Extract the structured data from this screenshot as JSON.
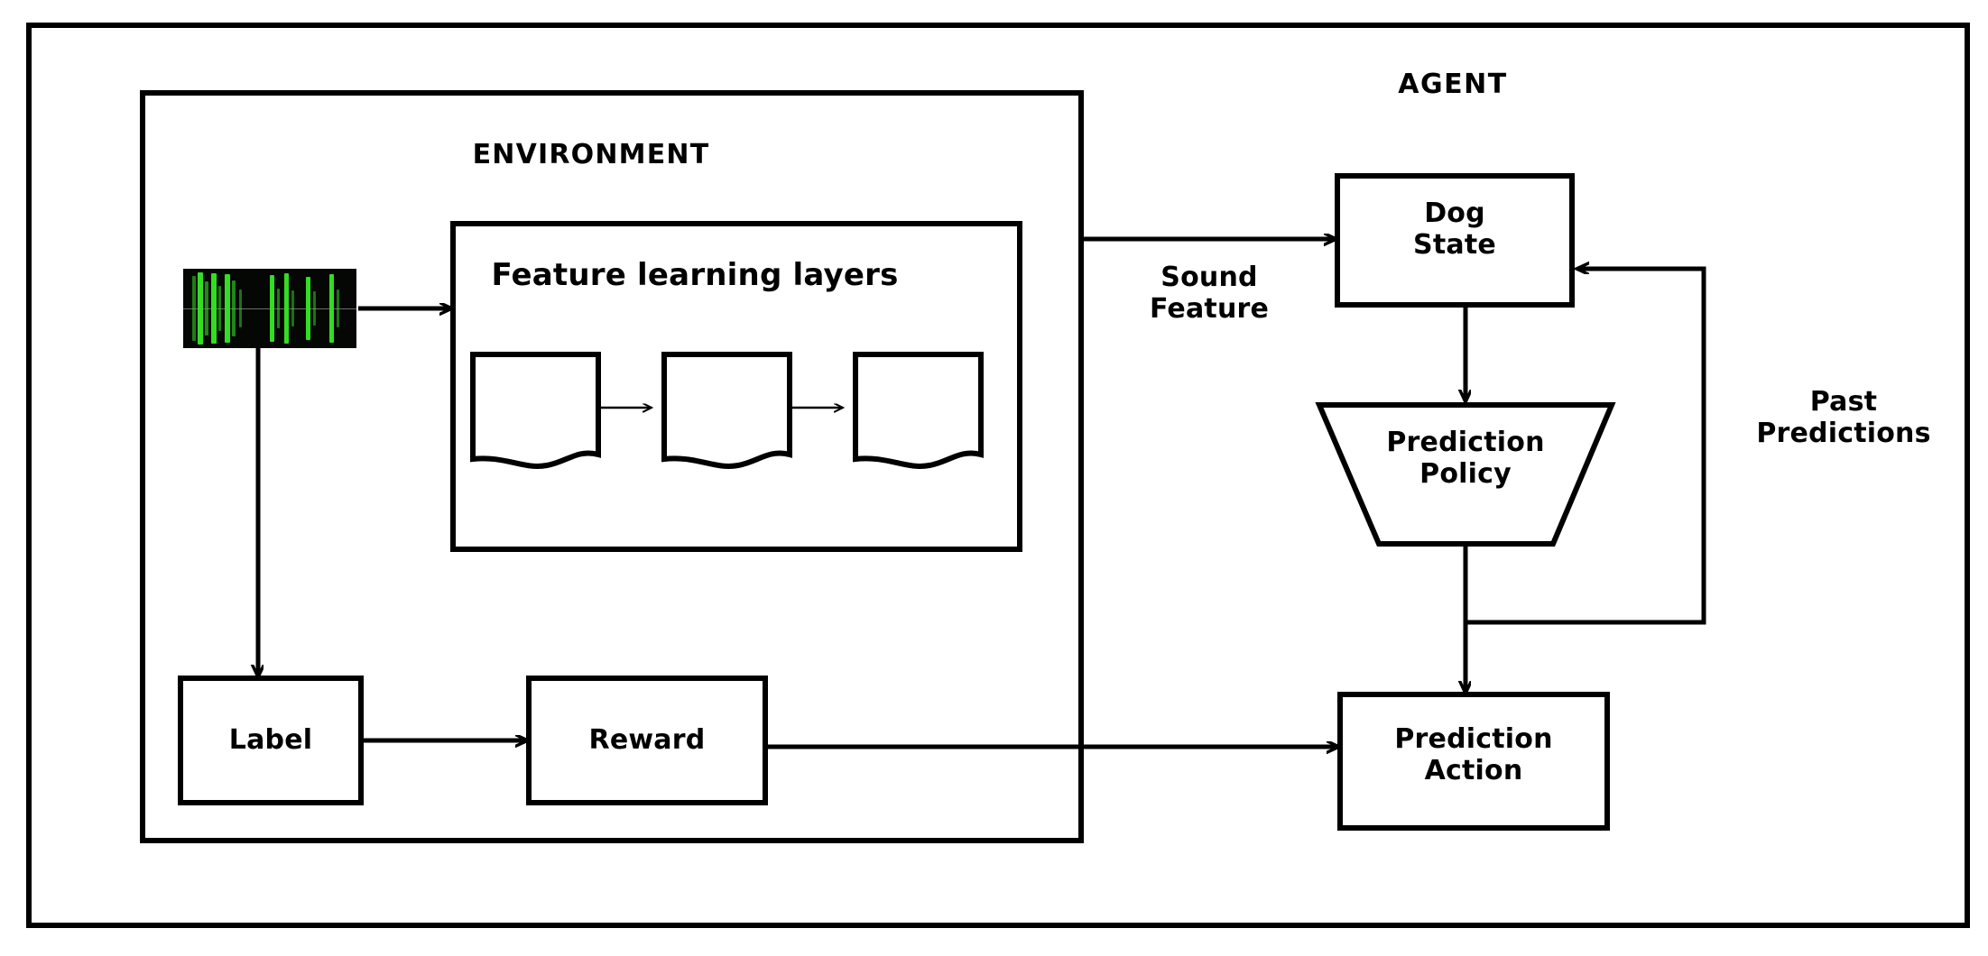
{
  "diagram": {
    "title_agent": "AGENT",
    "title_environment": "ENVIRONMENT",
    "feature_group_label": "Feature learning layers",
    "nodes": {
      "dog_state": "Dog\nState",
      "prediction_policy": "Prediction\nPolicy",
      "prediction_action": "Prediction\nAction",
      "label": "Label",
      "reward": "Reward"
    },
    "edge_labels": {
      "sound_feature": "Sound\nFeature",
      "past_predictions": "Past\nPredictions"
    },
    "icons": {
      "waveform": "audio-waveform-icon",
      "layer_1": "document-layer-icon",
      "layer_2": "document-layer-icon",
      "layer_3": "document-layer-icon"
    },
    "colors": {
      "stroke": "#000000",
      "background": "#ffffff",
      "waveform_background": "#050705",
      "waveform_signal": "#33dd22"
    }
  }
}
